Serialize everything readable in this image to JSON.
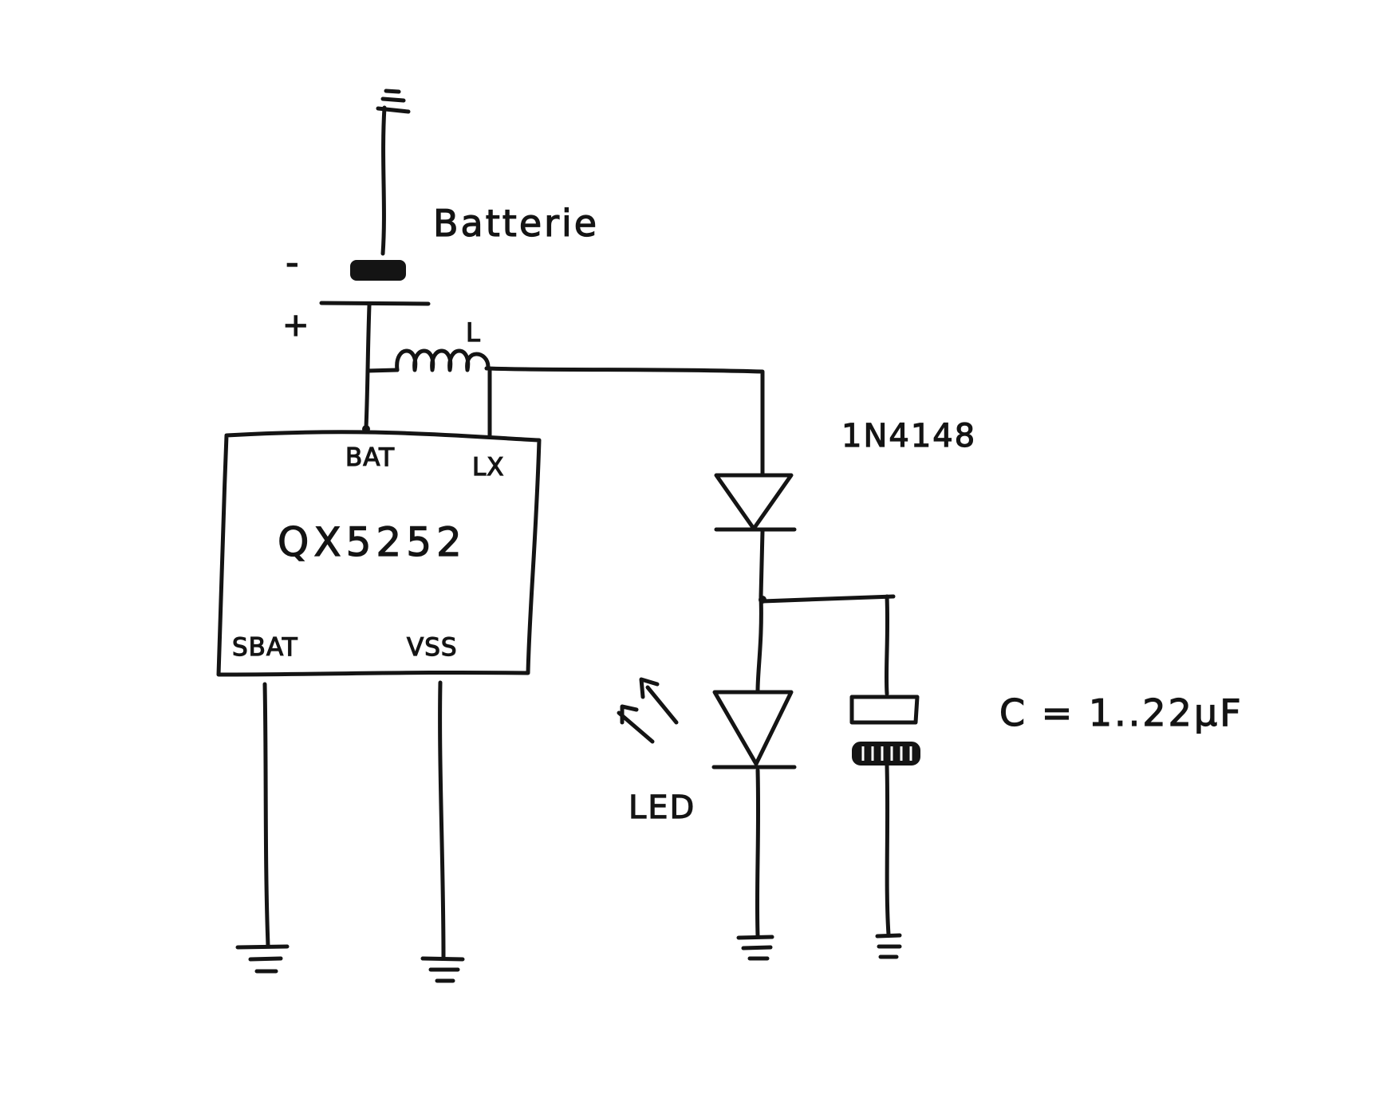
{
  "diagram": {
    "battery": {
      "label": "Batterie",
      "minus": "-",
      "plus": "+"
    },
    "inductor": {
      "label": "L"
    },
    "ic": {
      "name": "QX5252",
      "pins": {
        "bat": "BAT",
        "lx": "LX",
        "sbat": "SBAT",
        "vss": "VSS"
      }
    },
    "diode": {
      "label": "1N4148"
    },
    "led": {
      "label": "LED"
    },
    "capacitor": {
      "label": "C = 1..22μF"
    }
  }
}
